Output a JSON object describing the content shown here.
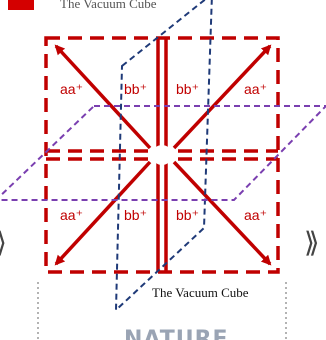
{
  "figure": {
    "top_caption": "The Vacuum Cube",
    "caption": "The Vacuum Cube",
    "stamp_text": "NATURE",
    "labels": {
      "top_left": "aa⁺",
      "top_mid_left": "bb⁺",
      "top_mid_right": "bb⁺",
      "top_right": "aa⁺",
      "bottom_left": "aa⁺",
      "bottom_mid_left": "bb⁺",
      "bottom_mid_right": "bb⁺",
      "bottom_right": "aa⁺"
    },
    "left_arrow_glyph": "⟩",
    "right_arrow_glyph": "⟫",
    "colors": {
      "cube_red": "#c00000",
      "plane_navy": "#1f3a78",
      "plane_purple": "#7a3fb0",
      "badge_red": "#d40000"
    }
  }
}
